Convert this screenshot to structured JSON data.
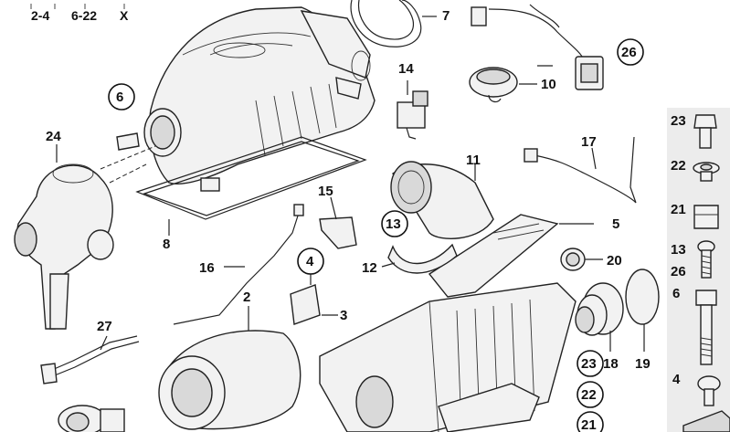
{
  "header": {
    "col1": "2-4",
    "col2": "6-22",
    "col3": "X"
  },
  "labels": {
    "p2": "2",
    "p3": "3",
    "p4": "4",
    "p5": "5",
    "p6": "6",
    "p7": "7",
    "p8": "8",
    "p10": "10",
    "p11": "11",
    "p12": "12",
    "p13": "13",
    "p14": "14",
    "p15": "15",
    "p16": "16",
    "p17": "17",
    "p18": "18",
    "p19": "19",
    "p20": "20",
    "p21": "21",
    "p22": "22",
    "p23": "23",
    "p24": "24",
    "p26": "26",
    "p27": "27"
  },
  "side_panel": {
    "items": [
      "23",
      "22",
      "21",
      "13",
      "26",
      "6",
      "4"
    ]
  }
}
